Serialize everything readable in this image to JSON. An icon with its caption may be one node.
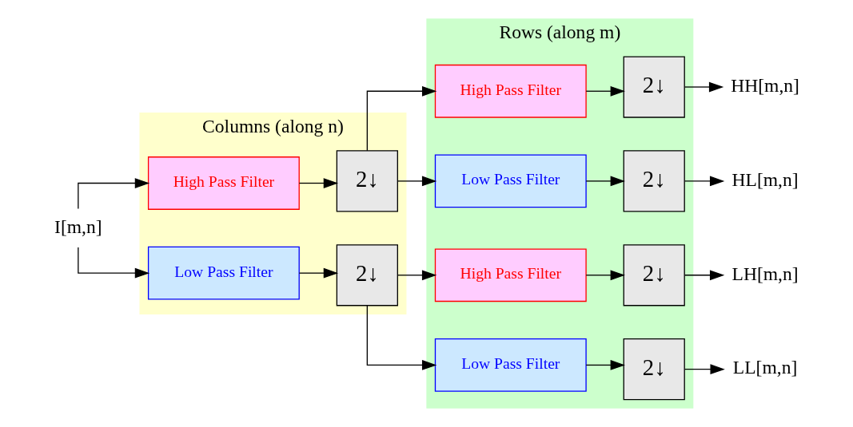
{
  "diagram": {
    "nodes": [
      {
        "text": [
          "Columns (along n)"
        ]
      },
      {
        "text": [
          "Rows (along m)"
        ]
      },
      {
        "text": [
          "I[m,n]"
        ]
      },
      {
        "text": [
          "High Pass Filter"
        ],
        "in": 0
      },
      {
        "text": [
          "2↓"
        ],
        "in": 0
      },
      {
        "text": [
          "Low Pass Filter"
        ],
        "in": 0
      },
      {
        "text": [
          "2↓"
        ],
        "in": 0
      },
      {
        "text": [
          "High Pass Filter"
        ],
        "in": 1
      },
      {
        "text": [
          "2↓"
        ],
        "in": 1
      },
      {
        "text": [
          "Low Pass Filter"
        ],
        "in": 1
      },
      {
        "text": [
          "2↓"
        ],
        "in": 1
      },
      {
        "text": [
          "High Pass Filter"
        ],
        "in": 1
      },
      {
        "text": [
          "2↓"
        ],
        "in": 1
      },
      {
        "text": [
          "Low Pass Filter"
        ],
        "in": 1
      },
      {
        "text": [
          "2↓"
        ],
        "in": 1
      },
      {
        "text": [
          "HH[m,n]"
        ]
      },
      {
        "text": [
          "HL[m,n]"
        ]
      },
      {
        "text": [
          "LH[m,n]"
        ]
      },
      {
        "text": [
          "LL[m,n]"
        ]
      }
    ],
    "edges": [
      {
        "from": 2,
        "to": 3,
        "arrow": "to"
      },
      {
        "from": 2,
        "to": 5,
        "arrow": "to"
      },
      {
        "from": 3,
        "to": 4,
        "arrow": "to"
      },
      {
        "from": 5,
        "to": 6,
        "arrow": "to"
      },
      {
        "from": 4,
        "to": 7,
        "arrow": "to"
      },
      {
        "from": 4,
        "to": 9,
        "arrow": "to"
      },
      {
        "from": 6,
        "to": 11,
        "arrow": "to"
      },
      {
        "from": 6,
        "to": 13,
        "arrow": "to"
      },
      {
        "from": 7,
        "to": 8,
        "arrow": "to"
      },
      {
        "from": 9,
        "to": 10,
        "arrow": "to"
      },
      {
        "from": 11,
        "to": 12,
        "arrow": "to"
      },
      {
        "from": 13,
        "to": 14,
        "arrow": "to"
      },
      {
        "from": 8,
        "to": 15,
        "arrow": "to"
      },
      {
        "from": 10,
        "to": 16,
        "arrow": "to"
      },
      {
        "from": 12,
        "to": 17,
        "arrow": "to"
      },
      {
        "from": 14,
        "to": 18,
        "arrow": "to"
      }
    ]
  }
}
